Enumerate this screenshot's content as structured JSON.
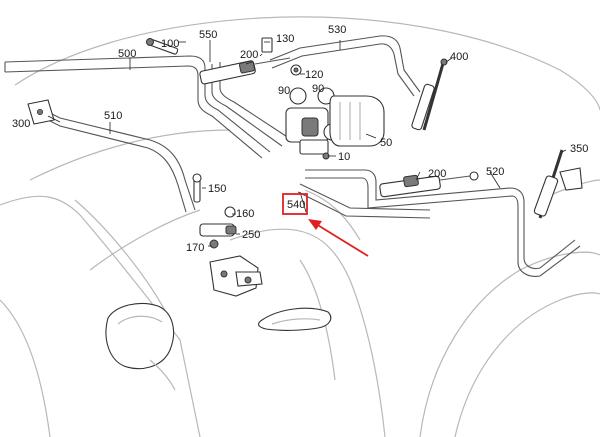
{
  "labels": {
    "l10": "10",
    "l50": "50",
    "l90a": "90",
    "l90b": "90",
    "l100": "100",
    "l120": "120",
    "l130": "130",
    "l150": "150",
    "l160": "160",
    "l170": "170",
    "l200a": "200",
    "l200b": "200",
    "l250": "250",
    "l300": "300",
    "l350": "350",
    "l400": "400",
    "l500": "500",
    "l510": "510",
    "l520": "520",
    "l530": "530",
    "l540": "540",
    "l550": "550"
  },
  "highlight": {
    "part": "540",
    "color": "#e02020"
  }
}
